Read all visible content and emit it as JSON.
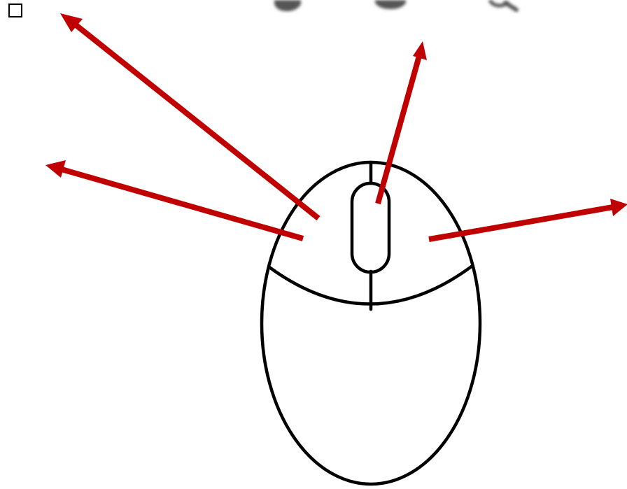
{
  "colors": {
    "arrow": "#c00000",
    "outline": "#000000",
    "background": "#ffffff",
    "top_icons": "#555555"
  },
  "icons": {
    "checkbox": "checkbox-icon",
    "mouse": "computer-mouse-icon",
    "scroll_wheel": "scroll-wheel-icon",
    "top_strip": [
      "partial-icon-left",
      "partial-icon-middle",
      "search-icon"
    ]
  },
  "arrows": [
    {
      "name": "arrow-upper-left",
      "target": "left-button"
    },
    {
      "name": "arrow-left",
      "target": "left-button"
    },
    {
      "name": "arrow-up",
      "target": "scroll-wheel"
    },
    {
      "name": "arrow-right",
      "target": "right-button"
    }
  ]
}
